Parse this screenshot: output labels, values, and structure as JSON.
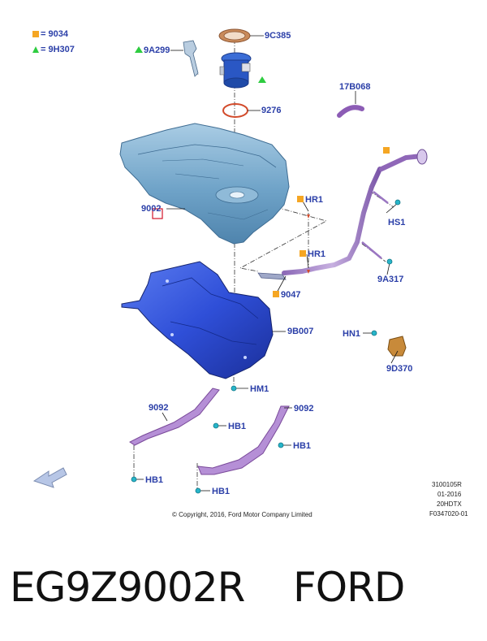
{
  "legend": [
    {
      "symbol": "square",
      "color": "#f5a623",
      "text": "= 9034"
    },
    {
      "symbol": "triangle",
      "color": "#2ecc40",
      "text": "= 9H307"
    }
  ],
  "labels": {
    "p9C385": "9C385",
    "p9A299": "9A299",
    "p9276": "9276",
    "p17B068": "17B068",
    "p9002": "9002",
    "pHR1a": "HR1",
    "pHS1": "HS1",
    "pHR1b": "HR1",
    "p9A317": "9A317",
    "p9047": "9047",
    "p9B007": "9B007",
    "pHN1": "HN1",
    "p9D370": "9D370",
    "pHM1": "HM1",
    "p9092a": "9092",
    "p9092b": "9092",
    "pHB1a": "HB1",
    "pHB1b": "HB1",
    "pHB1c": "HB1",
    "pHB1d": "HB1"
  },
  "meta": [
    "3100105R",
    "01-2016",
    "20HDTX",
    "F0347020-01"
  ],
  "copyright": "© Copyright, 2016, Ford Motor Company Limited",
  "caption": "EG9Z9002R    FORD",
  "colors": {
    "label": "#2b3fa8",
    "tank": "#6fa3c8",
    "shield": "#2f4fd8",
    "strap": "#9a5fb8",
    "orange": "#f5a623",
    "green": "#2ecc40",
    "cyan": "#27b5c9"
  }
}
